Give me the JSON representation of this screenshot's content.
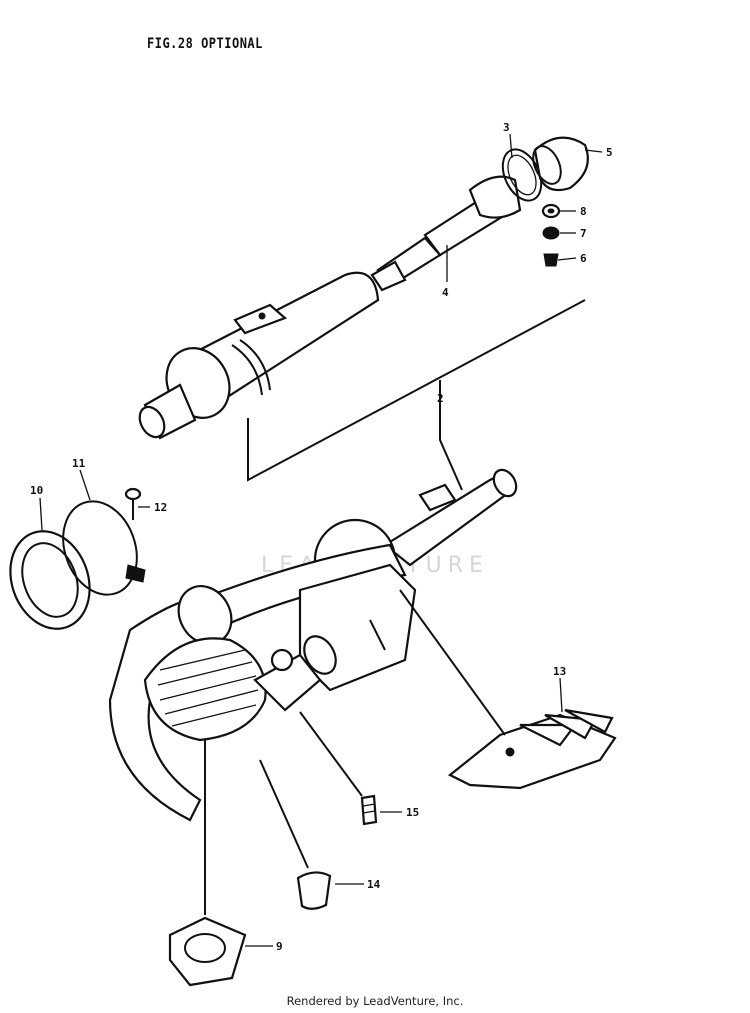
{
  "figure": {
    "title": "FIG.28  OPTIONAL"
  },
  "callouts": [
    {
      "id": "2",
      "label": "2"
    },
    {
      "id": "3",
      "label": "3"
    },
    {
      "id": "4",
      "label": "4"
    },
    {
      "id": "5",
      "label": "5"
    },
    {
      "id": "6",
      "label": "6"
    },
    {
      "id": "7",
      "label": "7"
    },
    {
      "id": "8",
      "label": "8"
    },
    {
      "id": "9",
      "label": "9"
    },
    {
      "id": "10",
      "label": "10"
    },
    {
      "id": "11",
      "label": "11"
    },
    {
      "id": "12",
      "label": "12"
    },
    {
      "id": "13",
      "label": "13"
    },
    {
      "id": "14",
      "label": "14"
    },
    {
      "id": "15",
      "label": "15"
    }
  ],
  "watermark": "LEADVENTURE",
  "footer": "Rendered by LeadVenture, Inc."
}
